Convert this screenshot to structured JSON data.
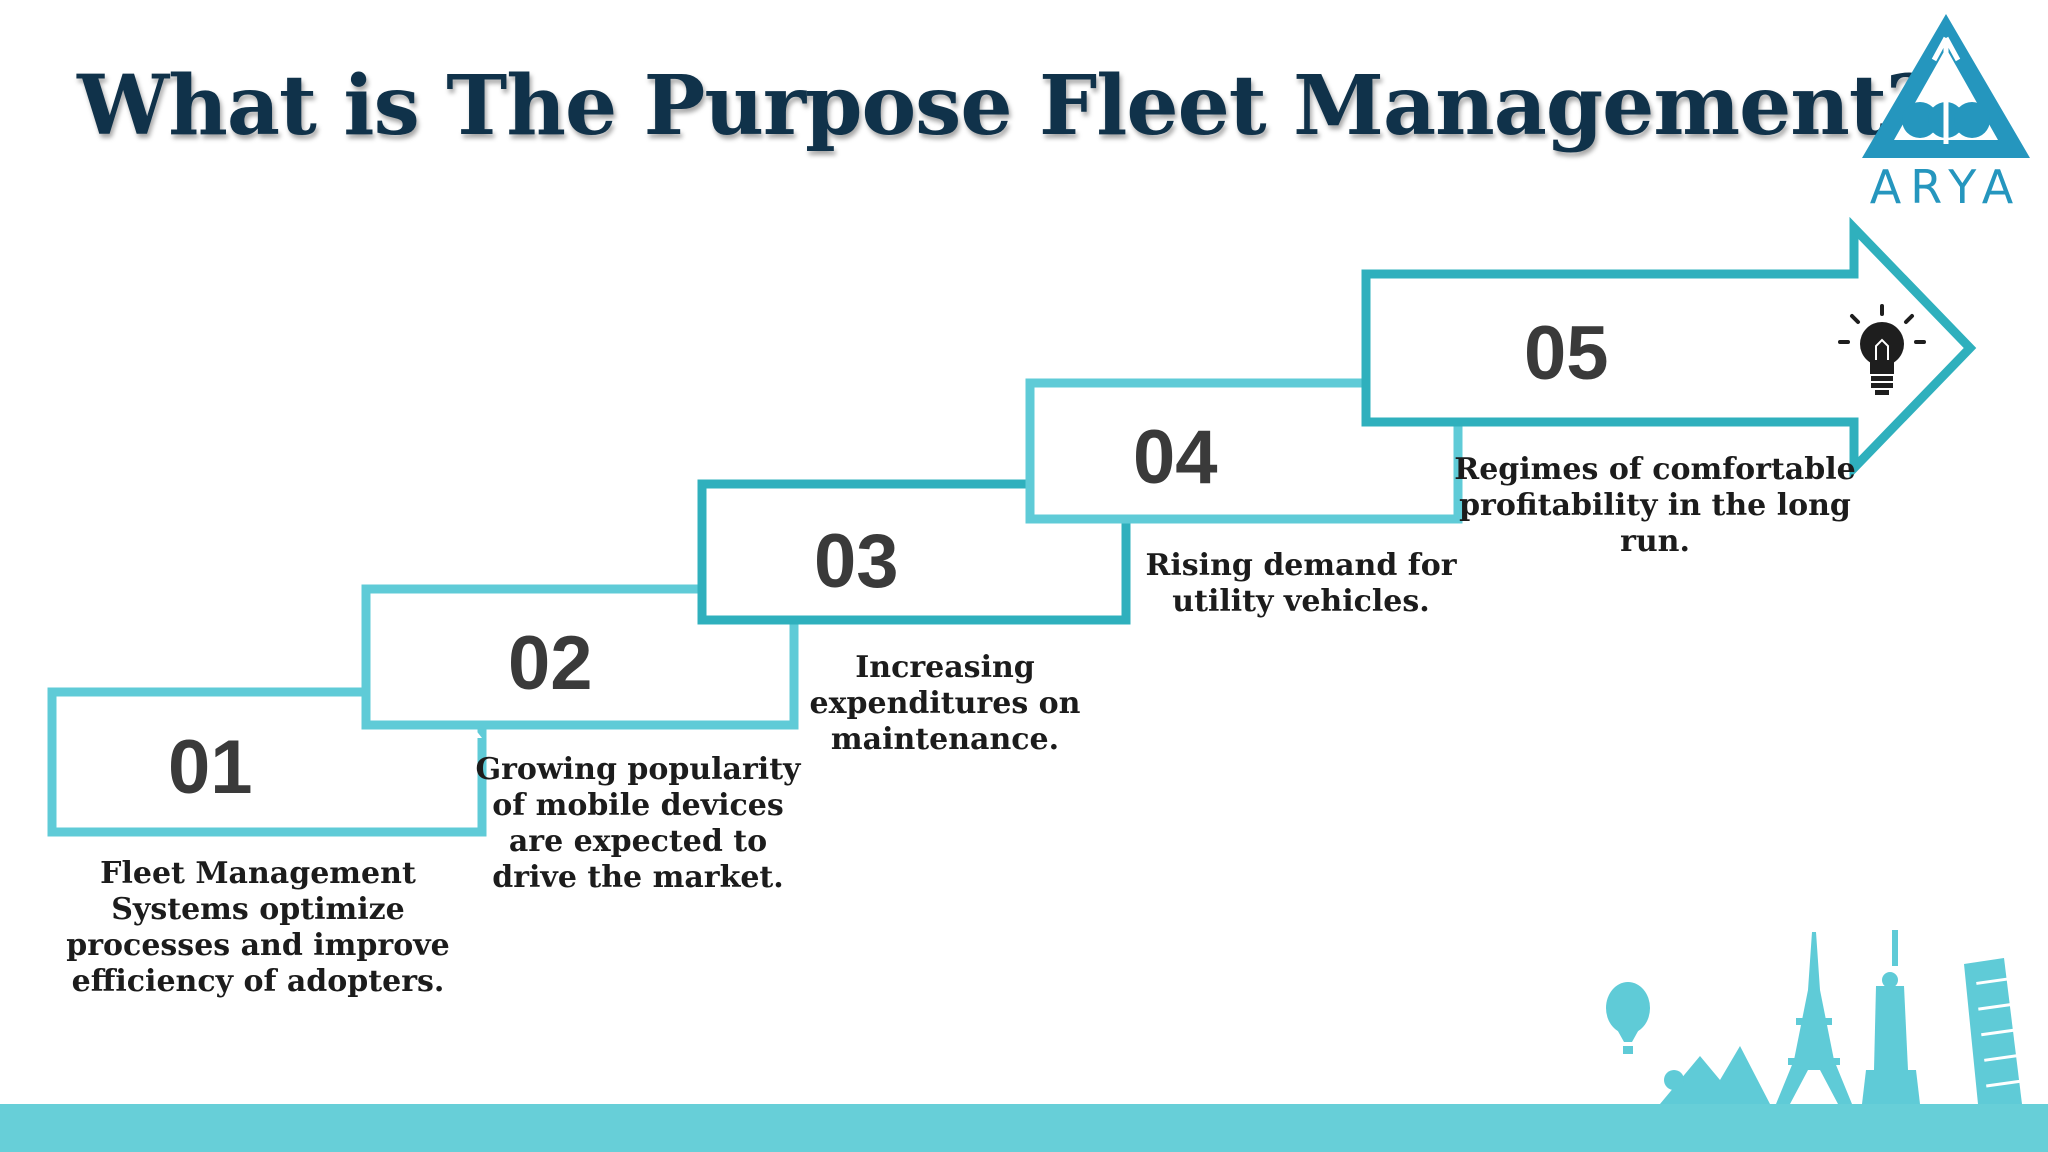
{
  "title": "What is The Purpose Fleet Management?",
  "logo": {
    "text": "ARYA",
    "icon": "arya-triangle-logo"
  },
  "colors": {
    "light_teal": "#5fcbd7",
    "dark_teal": "#2fb0bd",
    "title": "#10324a",
    "number": "#3a3a3a",
    "footer": "#67cfd8"
  },
  "steps": [
    {
      "number": "01",
      "text": [
        "Fleet Management",
        "Systems optimize",
        "processes and improve",
        "efficiency of adopters."
      ]
    },
    {
      "number": "02",
      "text": [
        "Growing popularity",
        "of mobile devices",
        "are expected to",
        "drive the market."
      ]
    },
    {
      "number": "03",
      "text": [
        "Increasing",
        "expenditures on",
        "maintenance."
      ]
    },
    {
      "number": "04",
      "text": [
        "Rising demand for",
        "utility vehicles."
      ]
    },
    {
      "number": "05",
      "text": [
        "Regimes of comfortable",
        "profitability in the long",
        "run."
      ]
    }
  ],
  "icons": {
    "step5": "lightbulb-icon",
    "skyline": "landmarks-skyline-icon"
  }
}
